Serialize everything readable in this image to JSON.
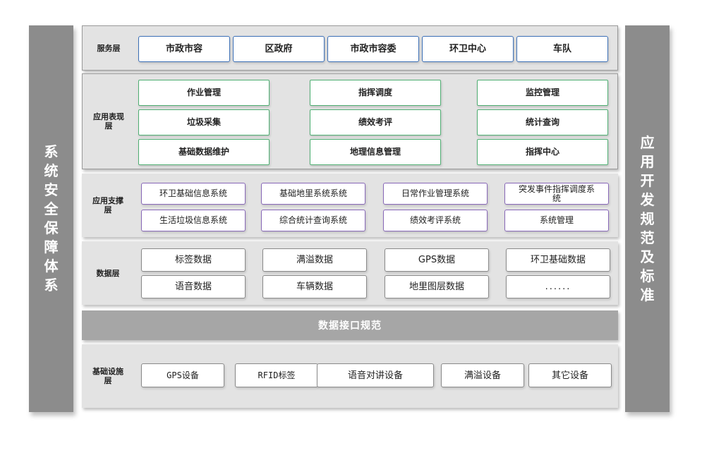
{
  "left_side_label": "系统安全保障体系",
  "right_side_label": "应用开发规范及标准",
  "spec_bar_label": "数据接口规范",
  "service_layer": {
    "label": "服务层",
    "items": [
      "市政市容",
      "区政府",
      "市政市容委",
      "环卫中心",
      "车队"
    ]
  },
  "presentation_layer": {
    "label": "应用表现层",
    "items": [
      "作业管理",
      "指挥调度",
      "监控管理",
      "垃圾采集",
      "绩效考评",
      "统计查询",
      "基础数据维护",
      "地理信息管理",
      "指挥中心"
    ]
  },
  "support_layer": {
    "label": "应用支撑层",
    "items": [
      "环卫基础信息系统",
      "基础地里系统系统",
      "日常作业管理系统",
      "突发事件指挥调度系统",
      "生活垃圾信息系统",
      "综合统计查询系统",
      "绩效考评系统",
      "系统管理"
    ]
  },
  "data_layer": {
    "label": "数据层",
    "items": [
      "标签数据",
      "满溢数据",
      "GPS数据",
      "环卫基础数据",
      "语音数据",
      "车辆数据",
      "地里图层数据",
      "......"
    ]
  },
  "infra_layer": {
    "label": "基础设施层",
    "items": [
      "GPS设备",
      "RFID标签",
      "语音对讲设备",
      "满溢设备",
      "其它设备"
    ]
  },
  "colors": {
    "side_bar": "#8c8c8c",
    "layer_bg": "#e3e3e3",
    "spec_bar": "#a6a6a6",
    "service_border": "#3b6fb6",
    "presentation_border": "#4fae72",
    "support_border": "#8868b8"
  }
}
